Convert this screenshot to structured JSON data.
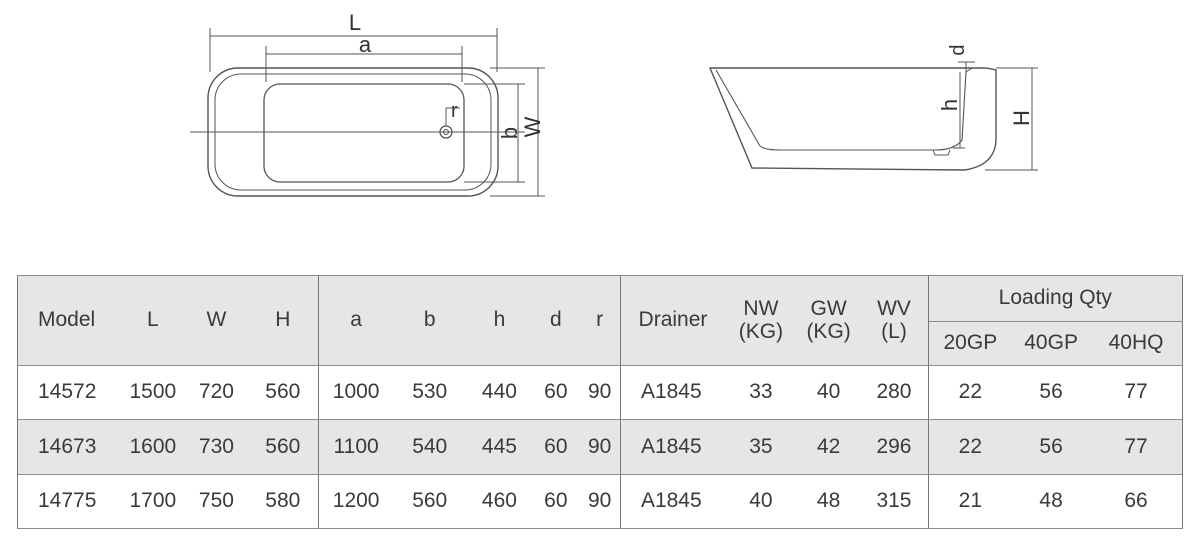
{
  "diagram_labels": {
    "L": "L",
    "a": "a",
    "r": "r",
    "b": "b",
    "W": "W",
    "d": "d",
    "h": "h",
    "H": "H"
  },
  "table": {
    "headers": {
      "model": "Model",
      "L": "L",
      "W": "W",
      "H": "H",
      "a": "a",
      "b": "b",
      "h": "h",
      "d": "d",
      "r": "r",
      "drainer": "Drainer",
      "nw_top": "NW",
      "nw_bottom": "(KG)",
      "gw_top": "GW",
      "gw_bottom": "(KG)",
      "wv_top": "WV",
      "wv_bottom": "(L)",
      "loading_qty": "Loading Qty",
      "gp20": "20GP",
      "gp40": "40GP",
      "hq40": "40HQ"
    },
    "rows": [
      {
        "model": "14572",
        "L": "1500",
        "W": "720",
        "H": "560",
        "a": "1000",
        "b": "530",
        "h": "440",
        "d": "60",
        "r": "90",
        "drainer": "A1845",
        "nw": "33",
        "gw": "40",
        "wv": "280",
        "gp20": "22",
        "gp40": "56",
        "hq40": "77"
      },
      {
        "model": "14673",
        "L": "1600",
        "W": "730",
        "H": "560",
        "a": "1100",
        "b": "540",
        "h": "445",
        "d": "60",
        "r": "90",
        "drainer": "A1845",
        "nw": "35",
        "gw": "42",
        "wv": "296",
        "gp20": "22",
        "gp40": "56",
        "hq40": "77"
      },
      {
        "model": "14775",
        "L": "1700",
        "W": "750",
        "H": "580",
        "a": "1200",
        "b": "560",
        "h": "460",
        "d": "60",
        "r": "90",
        "drainer": "A1845",
        "nw": "40",
        "gw": "48",
        "wv": "315",
        "gp20": "21",
        "gp40": "48",
        "hq40": "66"
      }
    ]
  }
}
